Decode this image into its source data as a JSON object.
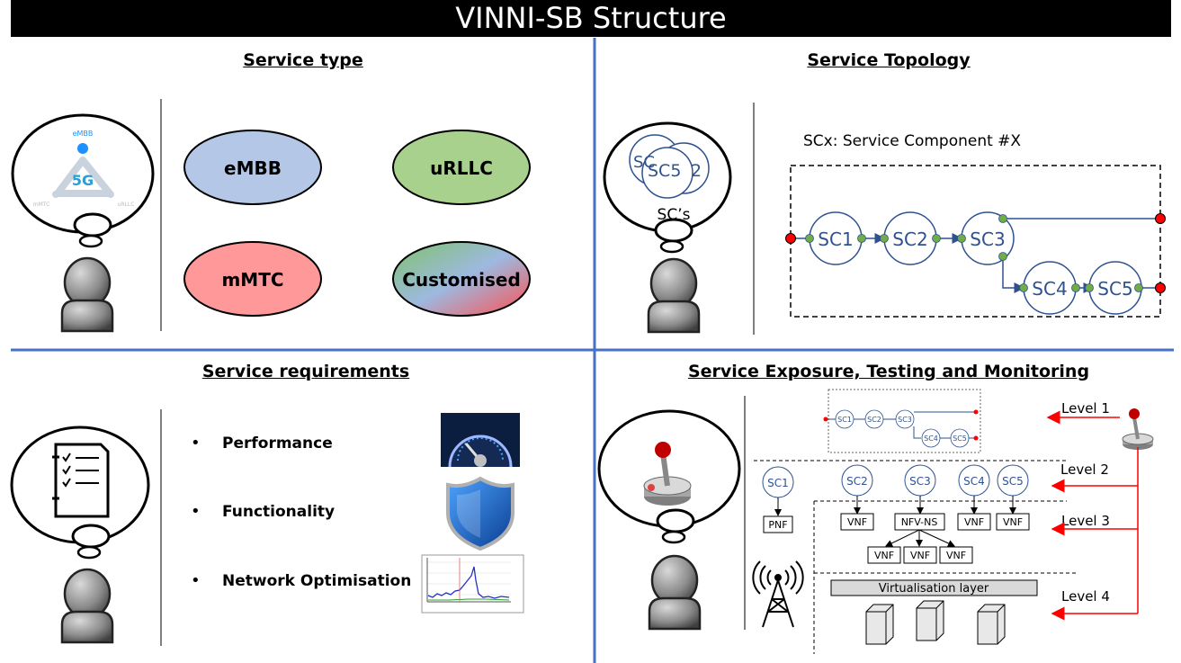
{
  "title": "VINNI-SB Structure",
  "colors": {
    "divider": "#4472c4",
    "sc_stroke": "#2f528f",
    "sc_text": "#2f528f",
    "green_dot": "#70ad47",
    "red_dot": "#ff0000",
    "level_arrow": "#ff0000"
  },
  "service_type": {
    "title": "Service type",
    "icon_labels": {
      "top": "eMBB",
      "center": "5G",
      "left": "mMTC",
      "right": "uRLLC"
    },
    "ellipses": [
      {
        "label": "eMBB",
        "fill": "#b4c7e7"
      },
      {
        "label": "uRLLC",
        "fill": "#a9d18e"
      },
      {
        "label": "mMTC",
        "fill": "#ff9999"
      },
      {
        "label": "Customised",
        "fill": "gradient"
      }
    ]
  },
  "service_topology": {
    "title": "Service Topology",
    "bubble_components": [
      "SC",
      "SC5",
      "2"
    ],
    "bubble_label": "SC’s",
    "legend": "SCx: Service Component #X",
    "nodes": [
      "SC1",
      "SC2",
      "SC3",
      "SC4",
      "SC5"
    ]
  },
  "service_requirements": {
    "title": "Service requirements",
    "items": [
      {
        "bullet": "•",
        "label": "Performance",
        "icon": "speedometer-icon"
      },
      {
        "bullet": "•",
        "label": "Functionality",
        "icon": "shield-icon"
      },
      {
        "bullet": "•",
        "label": "Network Optimisation",
        "icon": "chart-icon"
      }
    ]
  },
  "service_exposure": {
    "title": "Service Exposure, Testing and Monitoring",
    "levels": [
      "Level 1",
      "Level 2",
      "Level 3",
      "Level 4"
    ],
    "mini_nodes": [
      "SC1",
      "SC2",
      "SC3",
      "SC4",
      "SC5"
    ],
    "components": [
      "SC1",
      "SC2",
      "SC3",
      "SC4",
      "SC5"
    ],
    "functions": {
      "pnf": "PNF",
      "vnf": "VNF",
      "nfv_ns": "NFV-NS"
    },
    "virtualisation_layer": "Virtualisation layer"
  }
}
